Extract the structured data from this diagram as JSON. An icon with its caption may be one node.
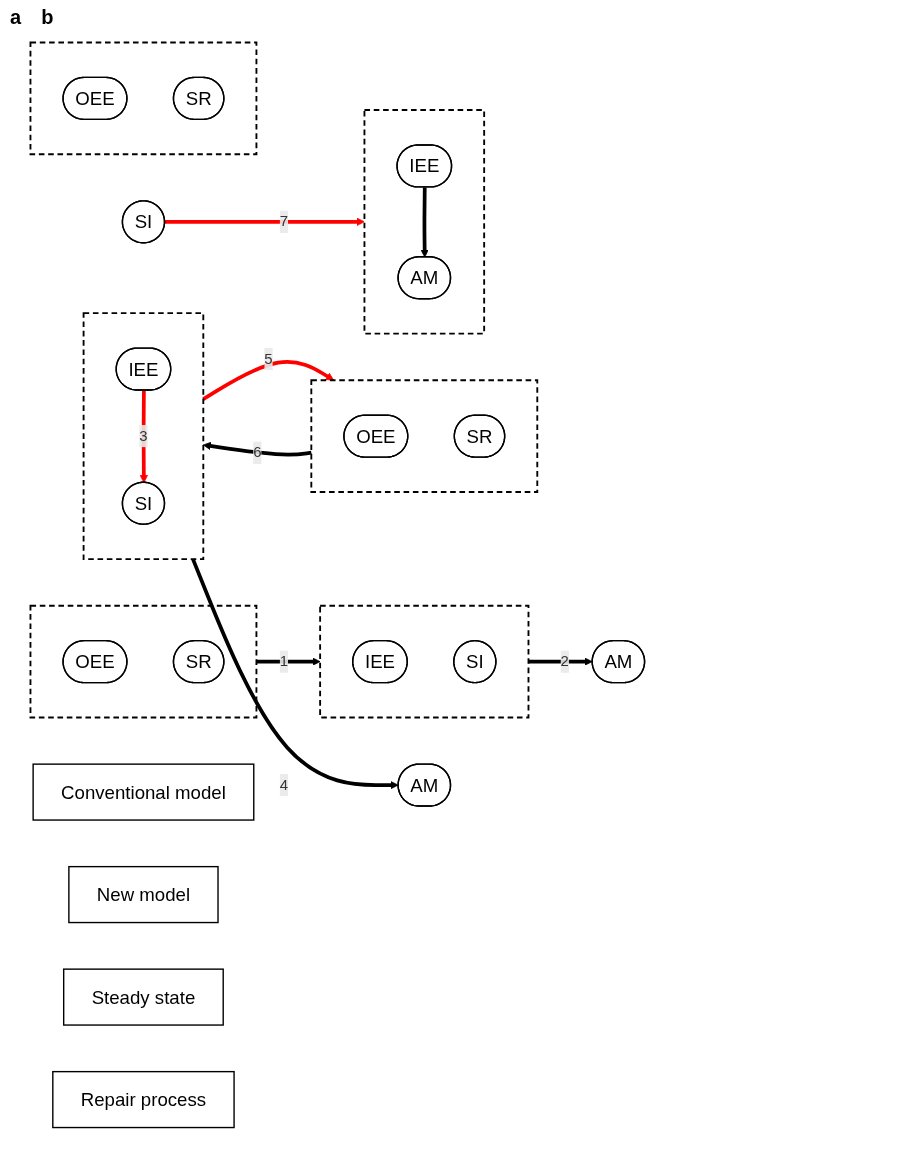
{
  "diagram": {
    "nodes": [
      {
        "text": [
          "Conventional model"
        ]
      },
      {
        "text": [],
        "shape": "box"
      },
      {
        "text": [
          "OEE"
        ],
        "in": 1
      },
      {
        "text": [
          "SR"
        ],
        "in": 1
      },
      {
        "text": [],
        "shape": "box"
      },
      {
        "text": [
          "IEE"
        ],
        "in": 4
      },
      {
        "text": [
          "SI"
        ],
        "in": 4
      },
      {
        "text": [
          "AM"
        ]
      },
      {
        "text": [
          "New model"
        ]
      },
      {
        "text": [
          "Steady state"
        ]
      },
      {
        "text": [],
        "shape": "box"
      },
      {
        "text": [
          "OEE"
        ],
        "in": 10
      },
      {
        "text": [
          "SR"
        ],
        "in": 10
      },
      {
        "text": [],
        "shape": "box"
      },
      {
        "text": [
          "IEE"
        ],
        "in": 13
      },
      {
        "text": [
          "SI"
        ],
        "in": 13
      },
      {
        "text": [
          "AM"
        ]
      },
      {
        "text": [
          "Repair process"
        ]
      },
      {
        "text": [],
        "shape": "box"
      },
      {
        "text": [
          "OEE"
        ],
        "in": 18
      },
      {
        "text": [
          "SR"
        ],
        "in": 18
      },
      {
        "text": [],
        "shape": "box"
      },
      {
        "text": [
          "IEE"
        ],
        "in": 21
      },
      {
        "text": [
          "AM"
        ],
        "in": 21
      },
      {
        "text": [
          "SI"
        ]
      }
    ],
    "edges": [
      {
        "from": 1,
        "to": 4,
        "arrow": "to",
        "label": "1"
      },
      {
        "from": 4,
        "to": 7,
        "arrow": "to",
        "label": "2"
      },
      {
        "from": 13,
        "to": 10,
        "arrow": "to",
        "label": "5",
        "color": "#ff0000"
      },
      {
        "from": 10,
        "to": 13,
        "arrow": "to",
        "label": "6"
      },
      {
        "from": 14,
        "to": 15,
        "arrow": "to",
        "label": "3",
        "color": "#ff0000"
      },
      {
        "from": 13,
        "to": 16,
        "arrow": "to",
        "label": "4"
      },
      {
        "from": 22,
        "to": 23,
        "arrow": "to"
      },
      {
        "from": 24,
        "to": 21,
        "arrow": "to",
        "label": "7",
        "color": "#ff0000"
      }
    ],
    "labels": [
      "a",
      "b"
    ]
  }
}
